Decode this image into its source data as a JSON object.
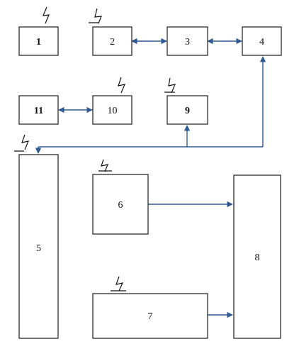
{
  "blocks": [
    {
      "id": "1",
      "label": "1"
    },
    {
      "id": "2",
      "label": "2"
    },
    {
      "id": "3",
      "label": "3"
    },
    {
      "id": "4",
      "label": "4"
    },
    {
      "id": "5",
      "label": "5"
    },
    {
      "id": "6",
      "label": "6"
    },
    {
      "id": "7",
      "label": "7"
    },
    {
      "id": "8",
      "label": "8"
    },
    {
      "id": "9",
      "label": "9"
    },
    {
      "id": "10",
      "label": "10"
    },
    {
      "id": "11",
      "label": "11"
    }
  ],
  "connections": [
    {
      "from": "2",
      "to": "3",
      "direction": "both"
    },
    {
      "from": "3",
      "to": "4",
      "direction": "both"
    },
    {
      "from": "11",
      "to": "10",
      "direction": "both"
    },
    {
      "from": "bus",
      "to": "4",
      "direction": "forward"
    },
    {
      "from": "bus",
      "to": "9",
      "direction": "forward"
    },
    {
      "from": "bus",
      "to": "5",
      "direction": "forward"
    },
    {
      "from": "6",
      "to": "8",
      "direction": "forward"
    },
    {
      "from": "7",
      "to": "8",
      "direction": "forward"
    }
  ],
  "power_symbols": [
    "1",
    "2",
    "10",
    "9",
    "5",
    "6",
    "7"
  ],
  "colors": {
    "wire": "#2d5a94",
    "outline": "#1a1a1a",
    "text": "#111111"
  }
}
